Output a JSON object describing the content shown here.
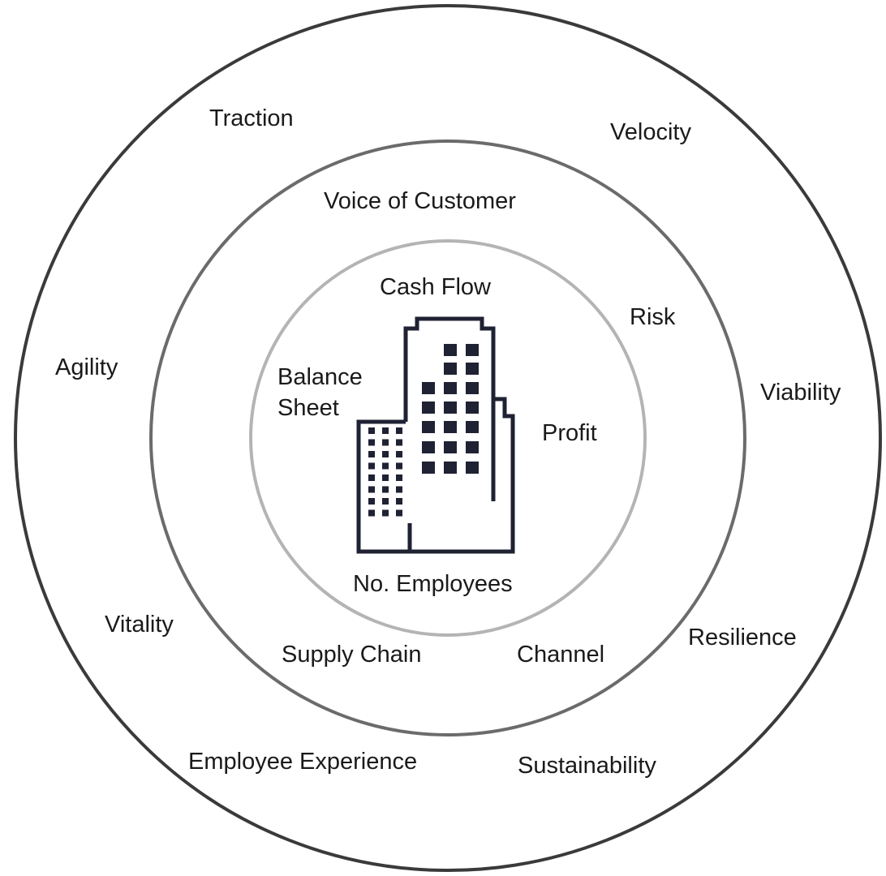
{
  "colors": {
    "outer_ring": "#3a3a3a",
    "middle_ring": "#6b6b6b",
    "inner_ring": "#b4b4b4",
    "building": "#1f2233",
    "text": "#1a1a1a",
    "background": "#ffffff"
  },
  "icon": "office-building-icon",
  "outer_ring": {
    "labels": {
      "traction": "Traction",
      "velocity": "Velocity",
      "agility": "Agility",
      "viability": "Viability",
      "vitality": "Vitality",
      "resilience": "Resilience",
      "employee_experience": "Employee Experience",
      "sustainability": "Sustainability"
    }
  },
  "middle_ring": {
    "labels": {
      "voice_of_customer": "Voice of Customer",
      "risk": "Risk",
      "supply_chain": "Supply Chain",
      "channel": "Channel"
    }
  },
  "inner_ring": {
    "labels": {
      "cash_flow": "Cash Flow",
      "balance_sheet_line1": "Balance",
      "balance_sheet_line2": "Sheet",
      "profit": "Profit",
      "no_employees": "No. Employees"
    }
  }
}
